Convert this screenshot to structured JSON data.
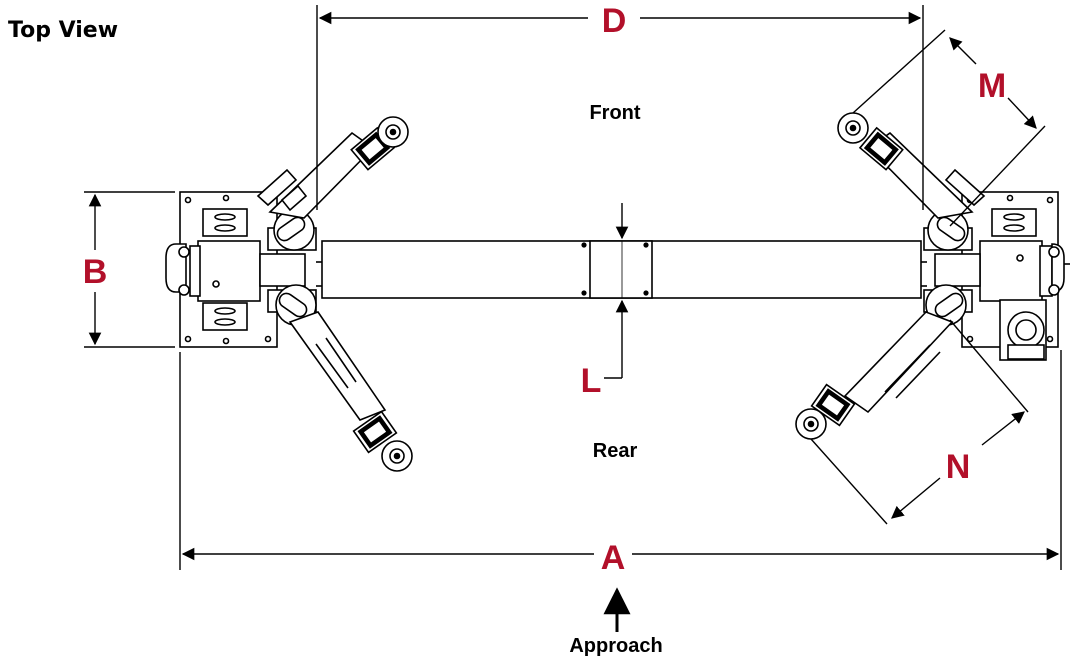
{
  "diagram": {
    "title": "Top View",
    "orientation": {
      "front_label": "Front",
      "rear_label": "Rear",
      "approach_label": "Approach"
    },
    "dimensions": {
      "A": "A",
      "B": "B",
      "D": "D",
      "L": "L",
      "M": "M",
      "N": "N"
    },
    "colors": {
      "dimension_label": "#b2102a",
      "line": "#000000",
      "beam_fill": "#ffffff"
    }
  }
}
